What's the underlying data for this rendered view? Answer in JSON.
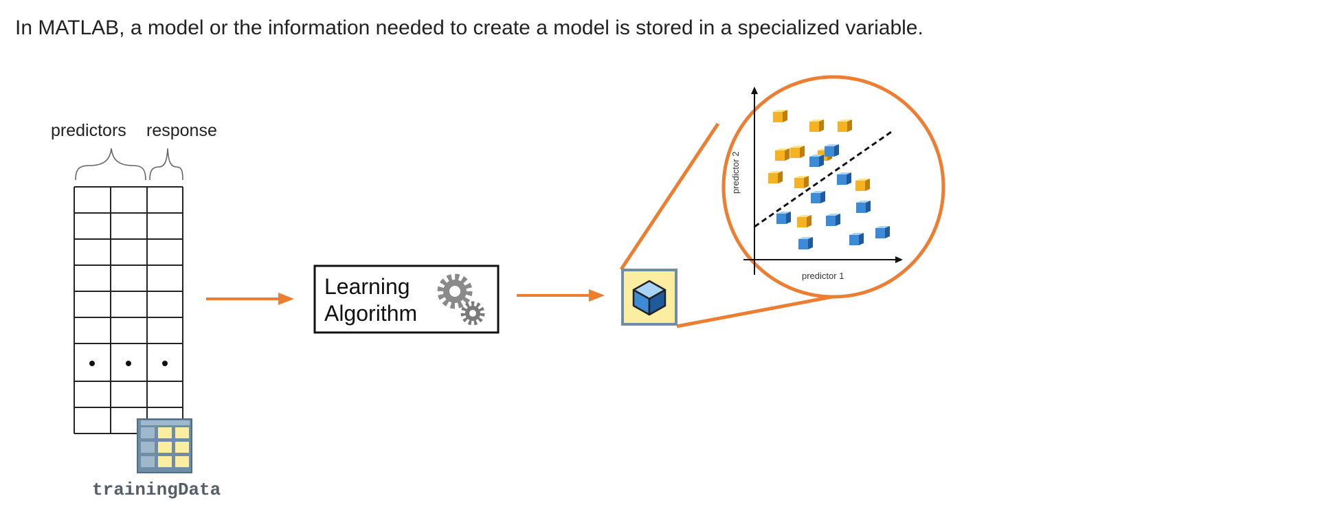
{
  "intro_text": "In MATLAB, a model or the information needed to create a model is stored in a specialized variable.",
  "table_block": {
    "predictors_label": "predictors",
    "response_label": "response",
    "variable_name": "trainingData",
    "table_icon": "table-variable-icon"
  },
  "algorithm_box": {
    "line1": "Learning",
    "line2": "Algorithm",
    "icon": "gears-icon"
  },
  "model_block": {
    "model_icon": "cube-model-icon",
    "zoom_plot": {
      "x_axis_label": "predictor 1",
      "y_axis_label": "predictor 2",
      "boundary_style": "dashed"
    }
  },
  "colors": {
    "accent_orange": "#ed7d31",
    "grid_line": "#222222",
    "class_yellow": "#f5b324",
    "class_blue": "#3d8bd6",
    "gear_gray": "#8a8a8a",
    "icon_fill": "#fbeea0",
    "icon_border": "#6f8da6"
  }
}
